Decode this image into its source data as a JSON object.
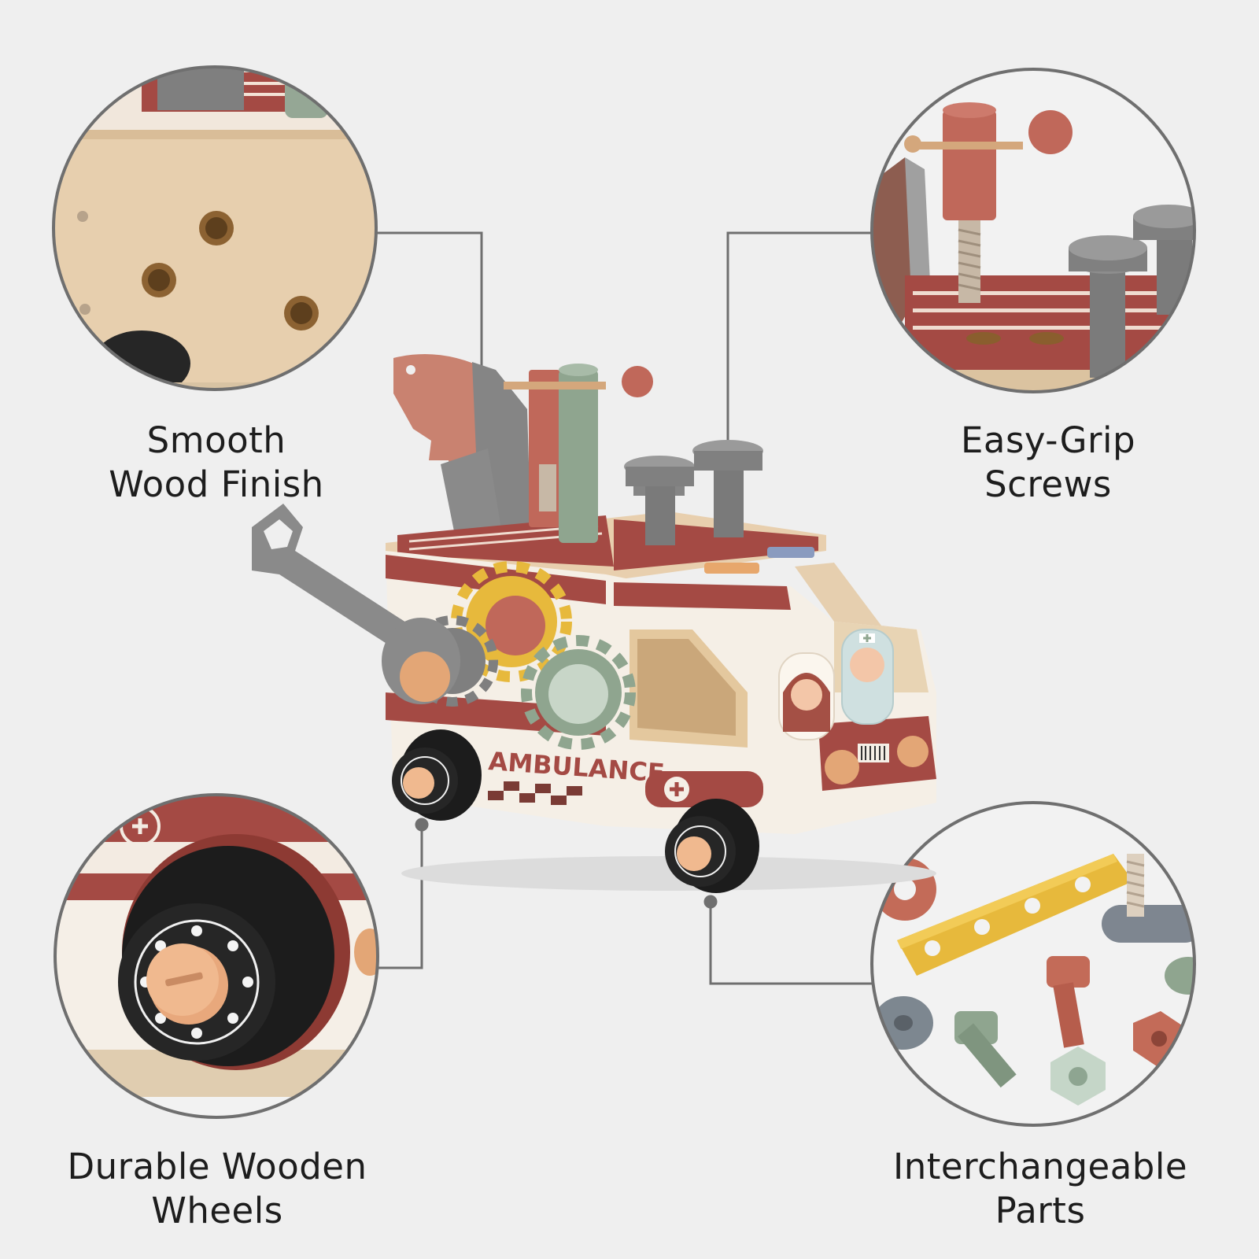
{
  "features": {
    "smooth_finish": {
      "line1": "Smooth",
      "line2": "Wood Finish"
    },
    "easy_grip": {
      "line1": "Easy-Grip",
      "line2": "Screws"
    },
    "wheels": {
      "line1": "Durable Wooden",
      "line2": "Wheels"
    },
    "parts": {
      "line1": "Interchangeable",
      "line2": "Parts"
    }
  },
  "toy": {
    "side_label": "AMBULANCE"
  },
  "colors": {
    "background": "#efefef",
    "callout_ring": "#6f6f6f",
    "toy_red": "#a3473f",
    "toy_wood": "#e9d3b2",
    "toy_grey": "#7f7f7f",
    "toy_sage": "#8fa58f",
    "toy_orange": "#e3a676",
    "toy_yellow": "#e7b93c"
  }
}
